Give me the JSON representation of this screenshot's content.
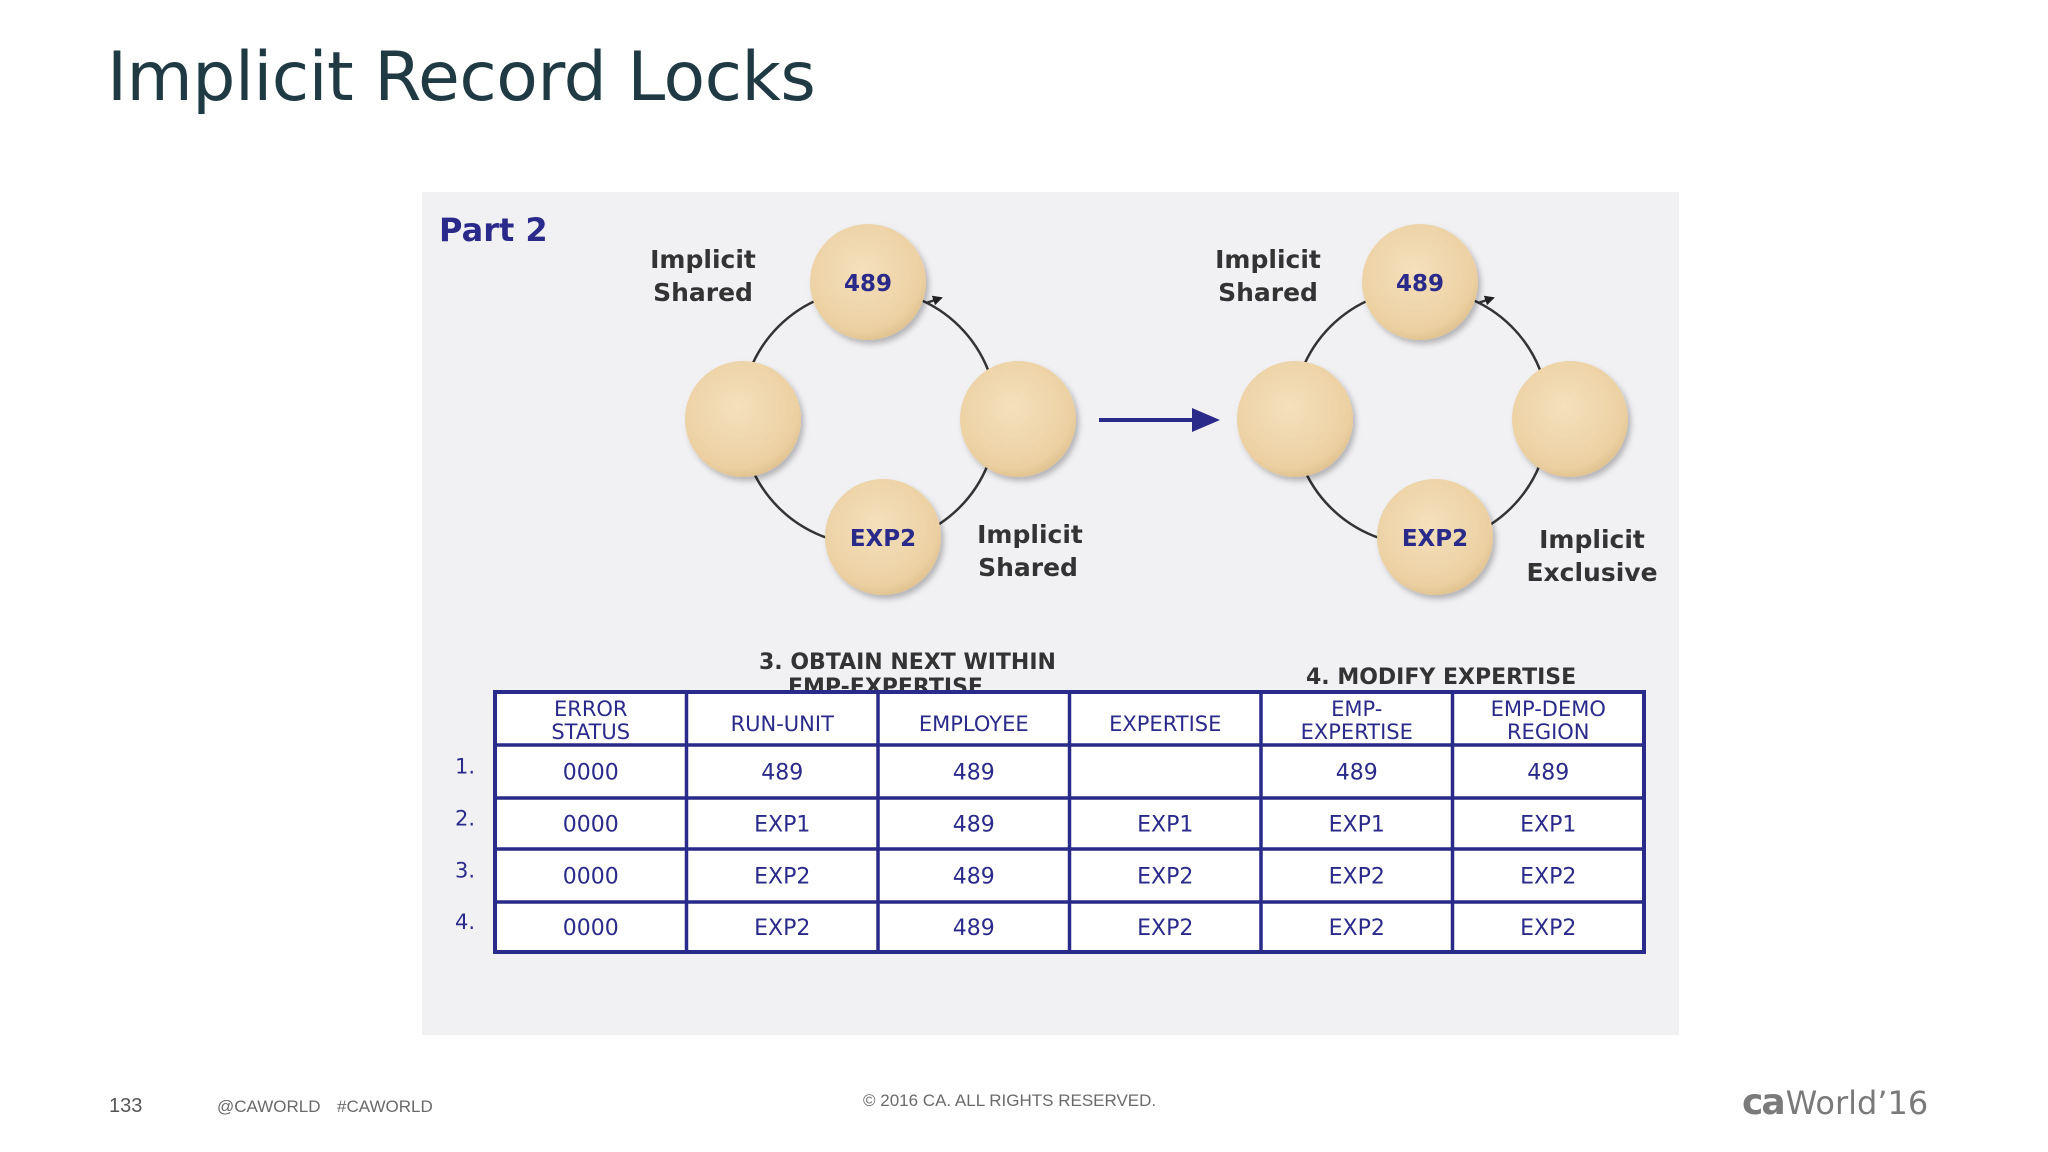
{
  "slide": {
    "title": "Implicit Record Locks",
    "page_number": "133",
    "handle": "@CAWORLD",
    "hashtag": "#CAWORLD",
    "copyright": "© 2016 CA. ALL RIGHTS RESERVED.",
    "logo_brand": "ca",
    "logo_text": "World’16"
  },
  "diagram": {
    "part_label": "Part 2",
    "colors": {
      "node_fill": "#edd3a8",
      "node_stroke": "#d9b884",
      "node_text": "#2a2a8a",
      "arrow": "#2a2a8a",
      "table_border": "#2a2a8a",
      "label_text": "#333333",
      "figure_bg": "#f1f1f4"
    },
    "left": {
      "top_node": "489",
      "bottom_node": "EXP2",
      "top_lock_line1": "Implicit",
      "top_lock_line2": "Shared",
      "bottom_lock_line1": "Implicit",
      "bottom_lock_line2": "Shared",
      "caption_line1": "3. OBTAIN NEXT WITHIN",
      "caption_line2": "EMP-EXPERTISE"
    },
    "right": {
      "top_node": "489",
      "bottom_node": "EXP2",
      "top_lock_line1": "Implicit",
      "top_lock_line2": "Shared",
      "bottom_lock_line1": "Implicit",
      "bottom_lock_line2": "Exclusive",
      "caption": "4. MODIFY EXPERTISE"
    },
    "table": {
      "headers": [
        [
          "ERROR",
          "STATUS"
        ],
        [
          "RUN-UNIT"
        ],
        [
          "EMPLOYEE"
        ],
        [
          "EXPERTISE"
        ],
        [
          "EMP-",
          "EXPERTISE"
        ],
        [
          "EMP-DEMO",
          "REGION"
        ]
      ],
      "row_labels": [
        "1.",
        "2.",
        "3.",
        "4."
      ],
      "rows": [
        [
          "0000",
          "489",
          "489",
          "",
          "489",
          "489"
        ],
        [
          "0000",
          "EXP1",
          "489",
          "EXP1",
          "EXP1",
          "EXP1"
        ],
        [
          "0000",
          "EXP2",
          "489",
          "EXP2",
          "EXP2",
          "EXP2"
        ],
        [
          "0000",
          "EXP2",
          "489",
          "EXP2",
          "EXP2",
          "EXP2"
        ]
      ]
    }
  }
}
